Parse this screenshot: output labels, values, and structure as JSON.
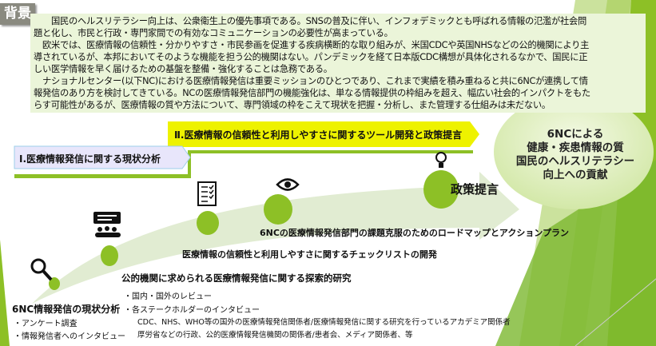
{
  "background": {
    "label": "背景",
    "lines": [
      "　　国民のヘルスリテラシー向上は、公衆衛生上の優先事項である。SNSの普及に伴い、インフォデミックとも呼ばれる情報の氾濫が社会問",
      "題と化し、市民と行政・専門家間での有効なコミュニケーションの必要性が高まっている。",
      "　欧米では、医療情報の信頼性・分かりやすさ・市民参画を促進する疾病横断的な取り組みが、米国CDCや英国NHSなどの公的機関により主",
      "導されているが、本邦においてそのような機能を担う公的機関はない。パンデミックを経て日本版CDC構想が具体化されるなかで、国民に正",
      "しい医学情報を早く届けるための基盤を整備・強化することは急務である。",
      "　ナショナルセンター(以下NC)における医療情報発信は重要ミッションのひとつであり、これまで実績を積み重ねると共に6NCが連携して情",
      "報発信のあり方を検討してきている。NCの医療情報発信部門の機能強化は、単なる情報提供の枠組みを超え、幅広い社会的インパクトをもた",
      "らす可能性があるが、医療情報の質や方法について、専門領域の枠をこえて現状を把握・分析し、また管理する仕組みは未だない。"
    ]
  },
  "stages": {
    "stage1": "Ⅰ.医療情報発信に関する現状分析",
    "stage2": "Ⅱ.医療情報の信頼性と利用しやすさに関するツール開発と政策提言"
  },
  "goal": [
    "6NCによる",
    "健康・疾患情報の質",
    "国民のヘルスリテラシー",
    "向上への貢献"
  ],
  "steps": {
    "policy": "政策提言",
    "roadmap": "6NCの医療情報発信部門の課題克服のためのロードマップとアクションプラン",
    "checklist": "医療情報の信頼性と利用しやすさに関するチェックリストの開発",
    "research": "公的機関に求められる医療情報発信に関する探索的研究",
    "research_items": [
      "・国内・国外のレビュー",
      "・各ステークホルダーのインタビュー"
    ],
    "research_sub": [
      "CDC、NHS、WHO等の国外の医療情報発信関係者/医療情報発信に関する研究を行っているアカデミア関係者",
      "厚労省などの行政、公的医療情報発信機関の関係者/患者会、メディア関係者、等"
    ],
    "analysis": "6NC情報発信の現状分析",
    "analysis_items": [
      "・アンケート調査",
      "・情報発信者へのインタビュー"
    ]
  },
  "colors": {
    "accent": "#8dc026",
    "stage2": "#eef200",
    "stage1": "#e8e6fb",
    "sweep": "#e1ecd2"
  }
}
